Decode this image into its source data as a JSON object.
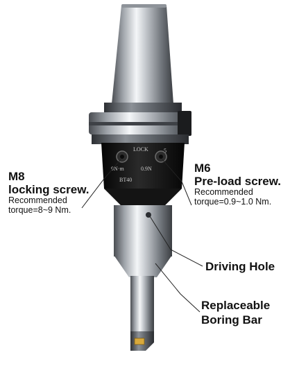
{
  "engraving": {
    "lock": "LOCK",
    "left_torque": "9N·m",
    "right_torque": "0.9N",
    "right_mark": "5",
    "model": "BT40"
  },
  "callouts": {
    "m8": {
      "size": "M8",
      "name": "locking screw.",
      "note_1": "Recommended",
      "note_2": "torque=8~9 Nm."
    },
    "m6": {
      "size": "M6",
      "name": "Pre-load screw.",
      "note_1": "Recommended",
      "note_2": "torque=0.9~1.0 Nm."
    },
    "driving_hole": {
      "label": "Driving Hole"
    },
    "boring_bar": {
      "line_1": "Replaceable",
      "line_2": "Boring Bar"
    }
  }
}
